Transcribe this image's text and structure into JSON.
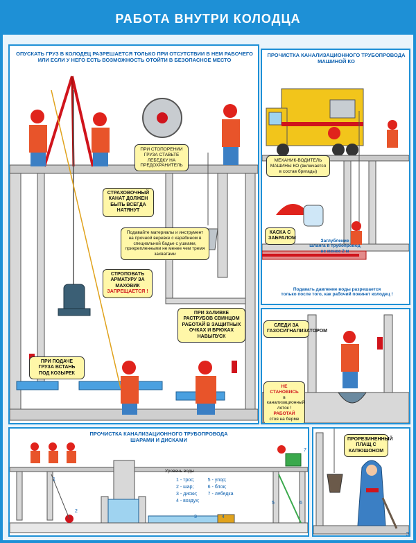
{
  "title": "РАБОТА ВНУТРИ КОЛОДЦА",
  "top_caption": {
    "line1": "ОПУСКАТЬ ГРУЗ В КОЛОДЕЦ РАЗРЕШАЕТСЯ ТОЛЬКО ПРИ ОТСУТСТВИИ В НЕМ РАБОЧЕГО",
    "line2": "ИЛИ ЕСЛИ У НЕГО ЕСТЬ ВОЗМОЖНОСТЬ ОТОЙТИ В БЕЗОПАСНОЕ МЕСТО"
  },
  "notes": {
    "winch": "ПРИ СТОПОРЕНИИ ГРУЗА СТАВЬТЕ ЛЕБЕДКУ НА ПРЕДОХРАНИТЕЛЬ",
    "rope": "СТРАХОВОЧНЫЙ КАНАТ ДОЛЖЕН БЫТЬ ВСЕГДА НАТЯНУТ",
    "materials": "Подавайте материалы и инструмент на прочной веревке с карабином в специальной бадье с ушками, прикрепленными не менее чем тремя захватами",
    "sling_main": "СТРОПОВАТЬ АРМАТУРУ ЗА МАХОВИК",
    "sling_forbidden": "ЗАПРЕЩАЕТСЯ !",
    "visor": "ПРИ ПОДАЧЕ ГРУЗА ВСТАНЬ ПОД КОЗЫРЕК",
    "lead": "ПРИ ЗАЛИВКЕ РАСТРУБОВ СВИНЦОМ РАБОТАЙ В ЗАЩИТНЫХ ОЧКАХ И БРЮКАХ НАВЫПУСК",
    "gas": "СЛЕДИ ЗА ГАЗОСИГНАЛИЗАТОРОМ",
    "tray_warn": "НЕ СТАНОВИСЬ",
    "tray_text": "в канализационный лоток !",
    "berm_warn": "РАБОТАЙ",
    "berm_text": "стоя на берме",
    "driver": "МЕХАНИК-ВОДИТЕЛЬ МАШИНЫ КО (включается в состав бригады)",
    "helmet": "КАСКА С ЗАБРАЛОМ",
    "raincoat": "ПРОРЕЗИНЕННЫЙ ПЛАЩ С КАПЮШОНОМ"
  },
  "truck_panel": {
    "title_line1": "ПРОЧИСТКА КАНАЛИЗАЦИОННОГО ТРУБОПРОВОДА",
    "title_line2": "МАШИНОЙ КО",
    "hose_caption_line1": "Заглубление",
    "hose_caption_line2": "шланга в трубопровод",
    "hose_caption_line3": "не менее 2 м",
    "pressure_line1": "Подавать давление воды разрешается",
    "pressure_line2": "только после того, как рабочий покинет колодец !"
  },
  "bottom_panel": {
    "title_line1": "ПРОЧИСТКА КАНАЛИЗАЦИОННОГО ТРУБОПРОВОДА",
    "title_line2": "ШАРАМИ И ДИСКАМИ",
    "water_level": "Уровень воды",
    "legend": [
      "1 - трос;",
      "2 - шар;",
      "3 - диски;",
      "4 - воздух;",
      "5 - упор;",
      "6 - блок;",
      "7 - лебедка"
    ],
    "markers": [
      "1",
      "2",
      "3",
      "4",
      "5",
      "6",
      "7"
    ]
  },
  "page_number": "3",
  "colors": {
    "frame_blue": "#1e90d6",
    "caption_blue": "#0b5fae",
    "note_yellow": "#fff7a8",
    "warn_red": "#d0141c",
    "vest_orange": "#e8542a",
    "overall_blue": "#3b7fc4",
    "helmet_red": "#e0231c"
  }
}
